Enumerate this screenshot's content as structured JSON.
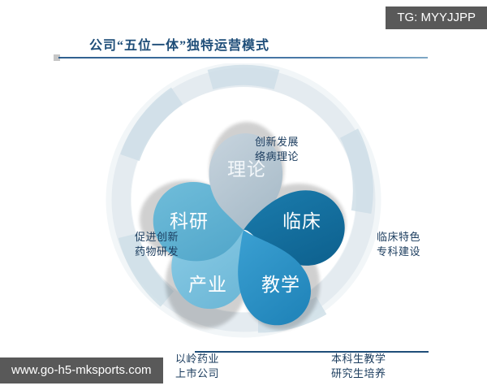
{
  "slide": {
    "title": "公司“五位一体”独特运营模式",
    "background_color": "#ffffff",
    "title_color": "#1f4e79",
    "rule_color": "#1f4e79"
  },
  "diagram": {
    "type": "five-petal-flower",
    "ring_color": "#e9eef2",
    "petals": [
      {
        "id": "theory",
        "label": "理论",
        "position": "top",
        "color": "#b8c7d2",
        "angle": 0
      },
      {
        "id": "clinical",
        "label": "临床",
        "position": "right",
        "color": "#16709f",
        "angle": 72
      },
      {
        "id": "teaching",
        "label": "教学",
        "position": "bottom-right",
        "color": "#2e95c9",
        "angle": 144
      },
      {
        "id": "industry",
        "label": "产业",
        "position": "bottom-left",
        "color": "#7cc3e0",
        "angle": 216
      },
      {
        "id": "research",
        "label": "科研",
        "position": "left",
        "color": "#62b4d5",
        "angle": 288
      }
    ],
    "outer_labels": [
      {
        "id": "top",
        "lines": [
          "创新发展",
          "络病理论"
        ],
        "for_petal": "theory"
      },
      {
        "id": "right",
        "lines": [
          "临床特色",
          "专科建设"
        ],
        "for_petal": "clinical"
      },
      {
        "id": "bottom-right",
        "lines": [
          "本科生教学",
          "研究生培养"
        ],
        "for_petal": "teaching"
      },
      {
        "id": "bottom-left",
        "lines": [
          "以岭药业",
          "上市公司"
        ],
        "for_petal": "industry"
      },
      {
        "id": "left",
        "lines": [
          "促进创新",
          "药物研发"
        ],
        "for_petal": "research"
      }
    ],
    "label_color": "#1b3c5e",
    "segment_color": "#cfdfe8"
  },
  "watermarks": {
    "telegram": "TG: MYYJJPP",
    "url": "www.go-h5-mksports.com",
    "background_color": "#595959",
    "text_color": "#ffffff"
  }
}
